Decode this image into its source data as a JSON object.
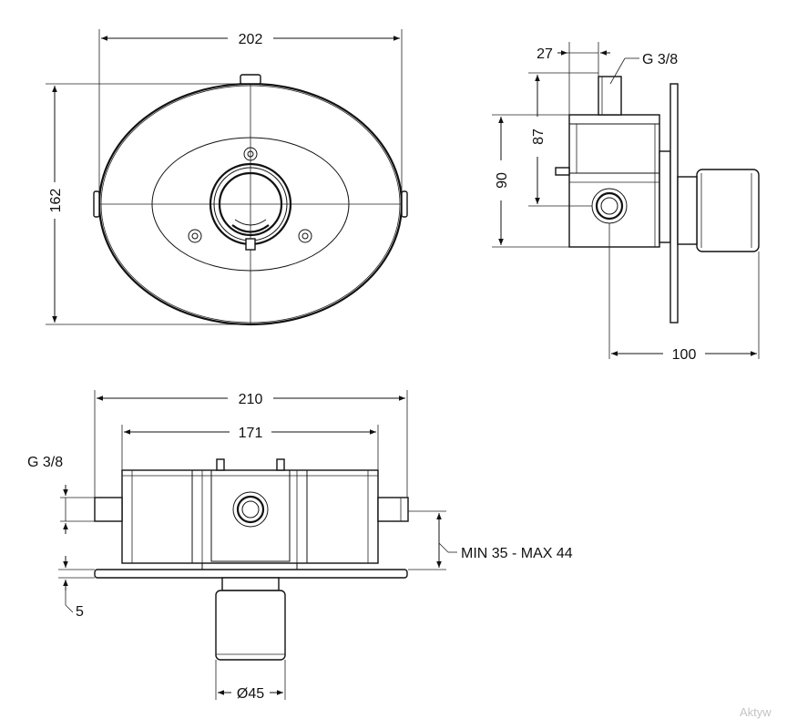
{
  "dimensions": {
    "front_width": "202",
    "front_height": "162",
    "side_offset": "27",
    "side_thread": "G 3/8",
    "side_height_87": "87",
    "side_height_90": "90",
    "side_depth": "100",
    "top_width": "210",
    "top_inner_width": "171",
    "top_thread": "G 3/8",
    "top_depth_range": "MIN 35 - MAX 44",
    "plate_thickness": "5",
    "handle_diameter": "Ø45"
  },
  "watermark": "Aktyw"
}
